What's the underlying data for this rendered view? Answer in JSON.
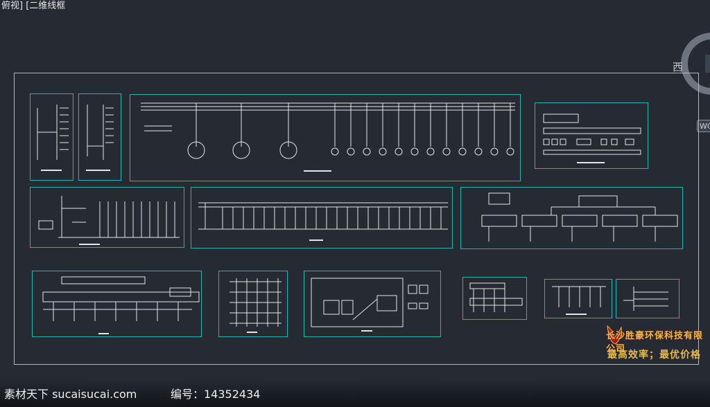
{
  "viewport": {
    "label": "俯视] [二维线框"
  },
  "viewcube": {
    "direction": "西",
    "wcs_label": "WC"
  },
  "company": {
    "name": "长沙胜豪环保科技有限公司",
    "slogan": "最高效率；最优价格"
  },
  "watermark": {
    "site": "素材天下 sucaisucai.com",
    "id_text": "编号：14352434"
  },
  "colors": {
    "background": "#252a33",
    "frame": "#1fb5b0",
    "lines": "#e6e6e6",
    "accent": "#e8b94a"
  },
  "icons": [
    "viewcube-ring-icon",
    "company-logo-icon"
  ]
}
